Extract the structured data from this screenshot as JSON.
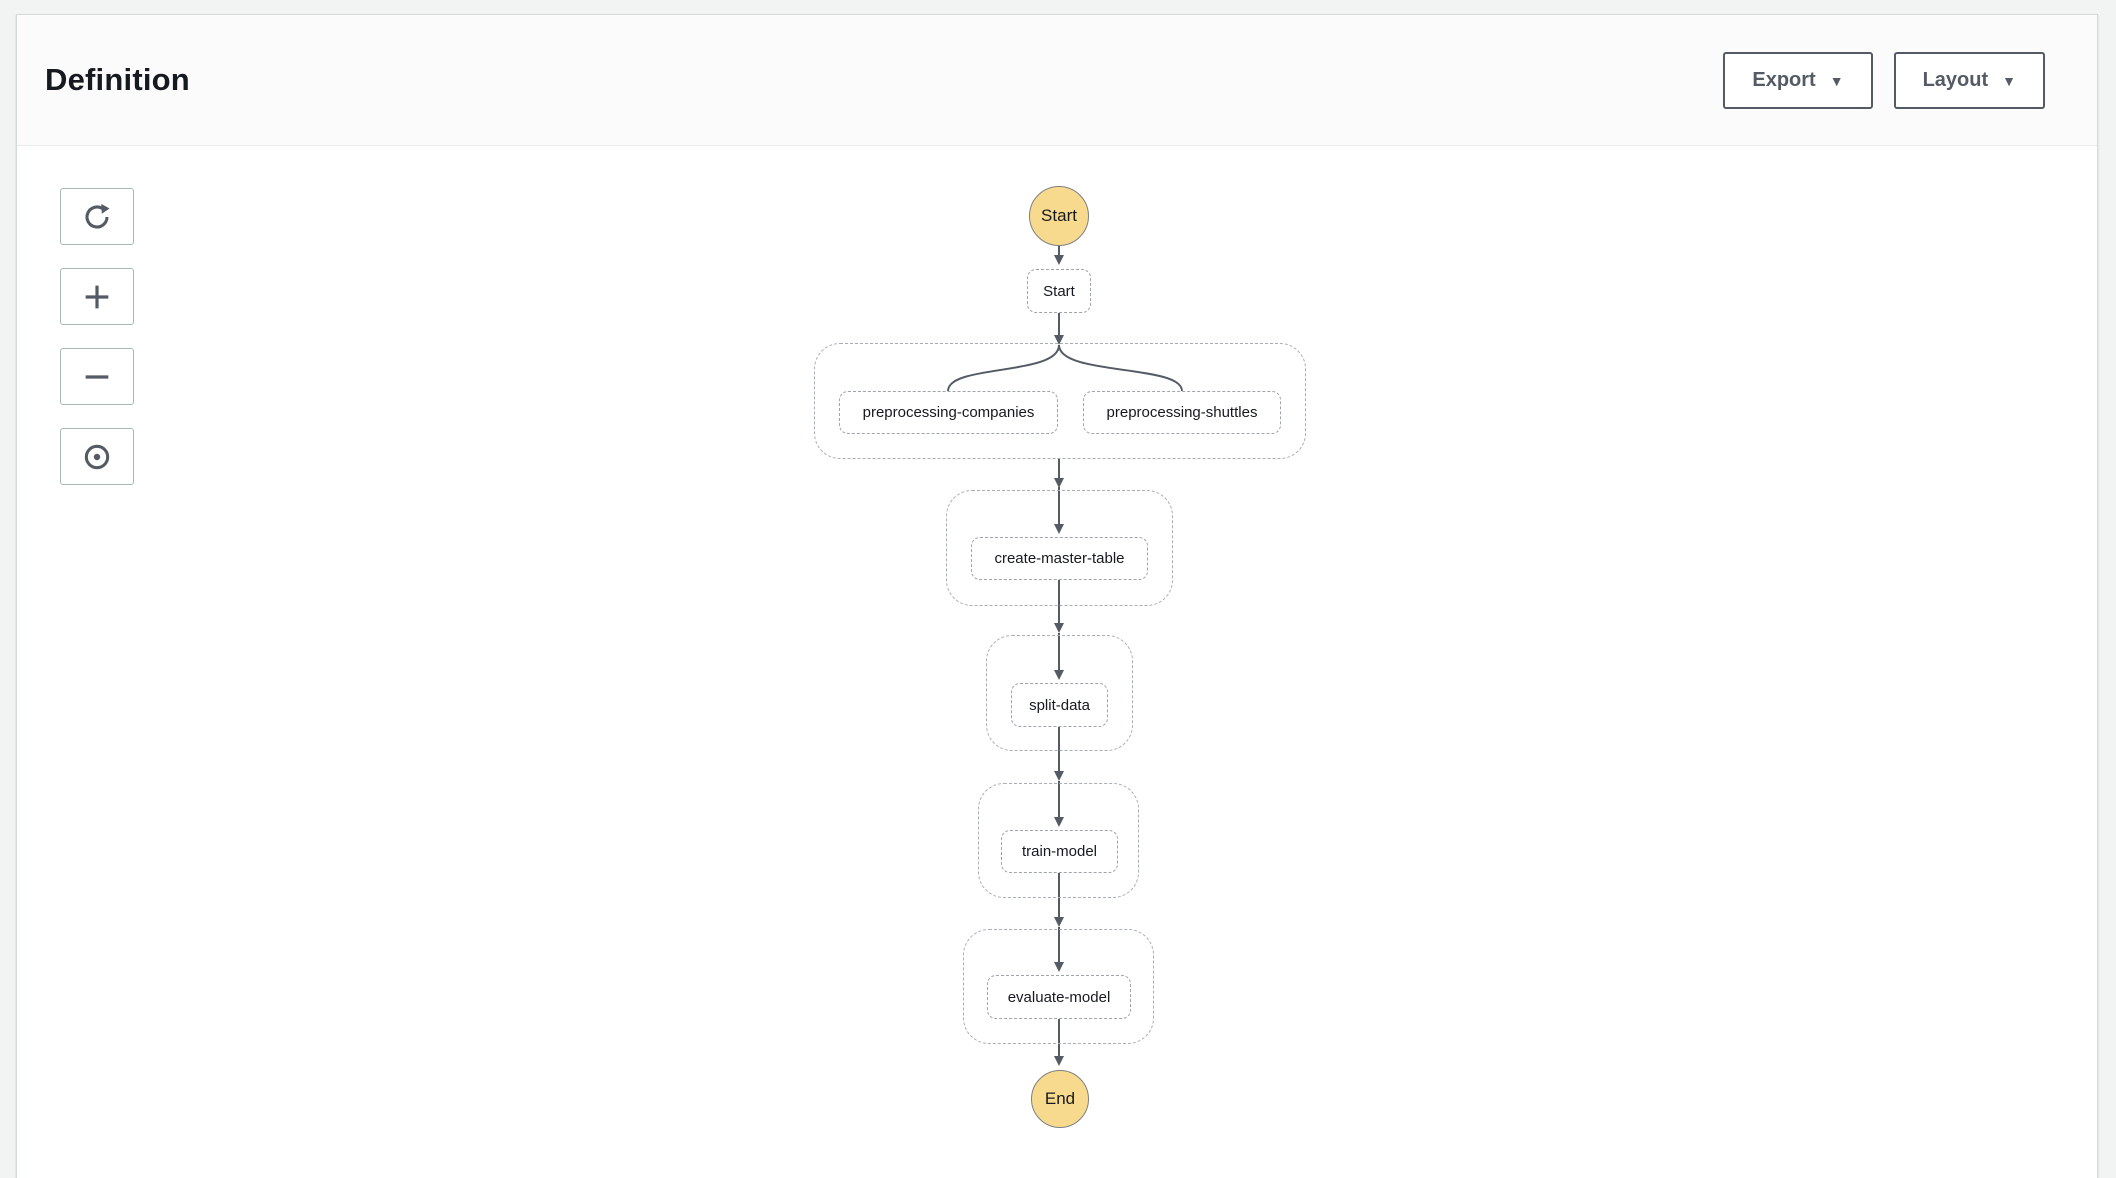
{
  "panel": {
    "title": "Definition"
  },
  "header_actions": {
    "export": {
      "label": "Export",
      "icon": "caret-down-icon"
    },
    "layout": {
      "label": "Layout",
      "icon": "caret-down-icon"
    }
  },
  "zoom_controls": [
    {
      "name": "reset-view",
      "icon": "refresh-icon"
    },
    {
      "name": "zoom-in",
      "icon": "plus-icon"
    },
    {
      "name": "zoom-out",
      "icon": "minus-icon"
    },
    {
      "name": "center-view",
      "icon": "circle-dot-icon"
    }
  ],
  "workflow": {
    "terminal_start": "Start",
    "terminal_end": "End",
    "steps": [
      {
        "label": "Start"
      },
      {
        "label": "preprocessing-companies"
      },
      {
        "label": "preprocessing-shuttles"
      },
      {
        "label": "create-master-table"
      },
      {
        "label": "split-data"
      },
      {
        "label": "train-model"
      },
      {
        "label": "evaluate-model"
      }
    ],
    "edges": [
      {
        "from": "start-terminal",
        "to": "Start"
      },
      {
        "from": "Start",
        "to": "preprocessing-companies"
      },
      {
        "from": "Start",
        "to": "preprocessing-shuttles"
      },
      {
        "from": "preprocessing-group",
        "to": "create-master-table"
      },
      {
        "from": "create-master-table",
        "to": "split-data"
      },
      {
        "from": "split-data",
        "to": "train-model"
      },
      {
        "from": "train-model",
        "to": "evaluate-model"
      },
      {
        "from": "evaluate-model",
        "to": "end-terminal"
      }
    ],
    "colors": {
      "terminal_fill": "#f8da8e",
      "terminal_border": "#7d7f82",
      "edge_line": "#545b64",
      "group_dash": "#a9aeb2",
      "step_dash": "#9fa4a8"
    }
  }
}
